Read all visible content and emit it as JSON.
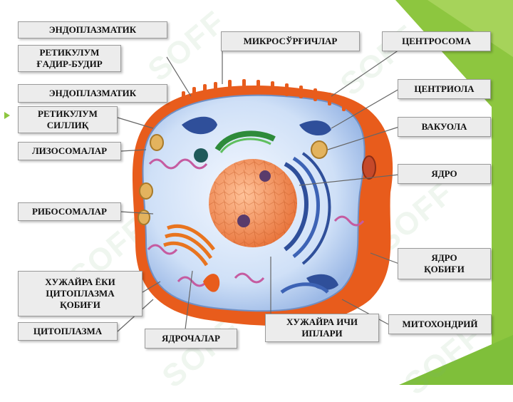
{
  "labels": {
    "endo_rough_1": "ЭНДОПЛАЗМАТИК",
    "endo_rough_2": "РЕТИКУЛУМ\nҒАДИР-БУДИР",
    "endo_smooth_1": "ЭНДОПЛАЗМАТИК",
    "endo_smooth_2": "РЕТИКУЛУМ\nСИЛЛИҚ",
    "lysosomes": "ЛИЗОСОМАЛАР",
    "ribosomes": "РИБОСОМАЛАР",
    "membrane": "ХУЖАЙРА ЁКИ\nЦИТОПЛАЗМА\nҚОБИҒИ",
    "cytoplasm": "ЦИТОПЛАЗМА",
    "nucleoli": "ЯДРОЧАЛАР",
    "microtubules": "МИКРОСЎРҒИЧЛАР",
    "centrosome": "ЦЕНТРОСОМА",
    "centriole": "ЦЕНТРИОЛА",
    "vacuole": "ВАКУОЛА",
    "nucleus": "ЯДРО",
    "nuclear_envelope": "ЯДРО\nҚОБИҒИ",
    "cytoskeleton": "ХУЖАЙРА ИЧИ\nИПЛАРИ",
    "mitochondria": "МИТОХОНДРИЙ"
  },
  "watermark": "SOFF",
  "colors": {
    "accent_green": "#8dc63f",
    "membrane": "#f07a2a",
    "cytoplasm": "#cfe0f7",
    "nucleus": "#f08a4b",
    "label_bg": "#ececec"
  },
  "icons": {
    "bullet": "triangle-right-icon"
  }
}
